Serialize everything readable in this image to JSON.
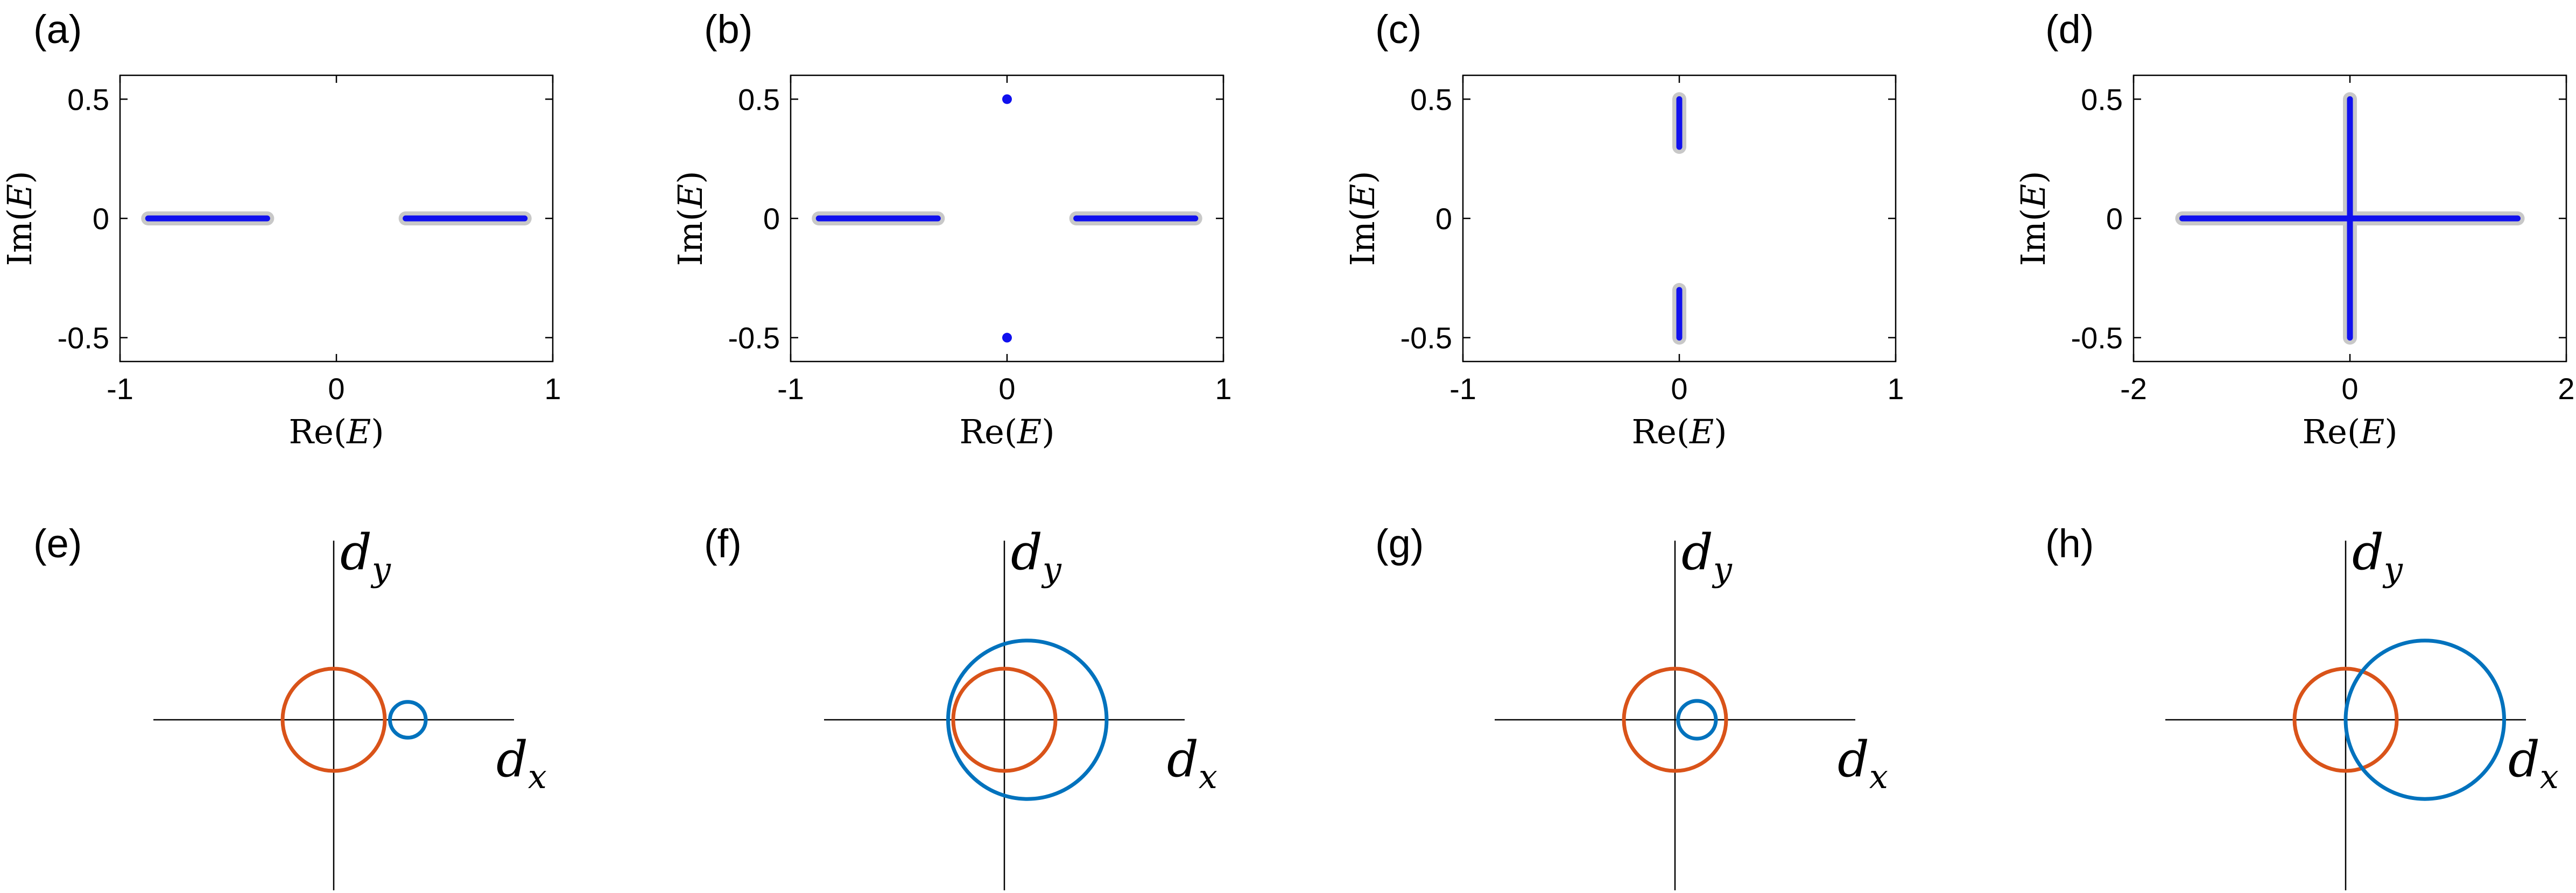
{
  "colors": {
    "eigen_point": "#1010ee",
    "eigen_band": "#c8c8c8",
    "circle_a": "#d95319",
    "circle_b": "#0072bd",
    "axis": "#000000"
  },
  "top_row": [
    {
      "label": "(a)",
      "xlabel": "Re(E)",
      "ylabel": "Im(E)",
      "xlim": [
        -1,
        1
      ],
      "ylim": [
        -0.6,
        0.6
      ],
      "xticks": [
        -1,
        0,
        1
      ],
      "xtick_labels": [
        "-1",
        "0",
        "1"
      ],
      "yticks": [
        -0.5,
        0,
        0.5
      ],
      "ytick_labels": [
        "-0.5",
        "0",
        "0.5"
      ],
      "segments": [
        {
          "x": [
            -0.87,
            -0.32
          ],
          "y": [
            0,
            0
          ]
        },
        {
          "x": [
            0.32,
            0.87
          ],
          "y": [
            0,
            0
          ]
        }
      ],
      "points": []
    },
    {
      "label": "(b)",
      "xlabel": "Re(E)",
      "ylabel": "Im(E)",
      "xlim": [
        -1,
        1
      ],
      "ylim": [
        -0.6,
        0.6
      ],
      "xticks": [
        -1,
        0,
        1
      ],
      "xtick_labels": [
        "-1",
        "0",
        "1"
      ],
      "yticks": [
        -0.5,
        0,
        0.5
      ],
      "ytick_labels": [
        "-0.5",
        "0",
        "0.5"
      ],
      "segments": [
        {
          "x": [
            -0.87,
            -0.32
          ],
          "y": [
            0,
            0
          ]
        },
        {
          "x": [
            0.32,
            0.87
          ],
          "y": [
            0,
            0
          ]
        }
      ],
      "points": [
        {
          "x": 0,
          "y": 0.5
        },
        {
          "x": 0,
          "y": -0.5
        }
      ]
    },
    {
      "label": "(c)",
      "xlabel": "Re(E)",
      "ylabel": "Im(E)",
      "xlim": [
        -1,
        1
      ],
      "ylim": [
        -0.6,
        0.6
      ],
      "xticks": [
        -1,
        0,
        1
      ],
      "xtick_labels": [
        "-1",
        "0",
        "1"
      ],
      "yticks": [
        -0.5,
        0,
        0.5
      ],
      "ytick_labels": [
        "-0.5",
        "0",
        "0.5"
      ],
      "segments": [
        {
          "x": [
            0,
            0
          ],
          "y": [
            0.3,
            0.5
          ]
        },
        {
          "x": [
            0,
            0
          ],
          "y": [
            -0.5,
            -0.3
          ]
        }
      ],
      "points": []
    },
    {
      "label": "(d)",
      "xlabel": "Re(E)",
      "ylabel": "Im(E)",
      "xlim": [
        -2,
        2
      ],
      "ylim": [
        -0.6,
        0.6
      ],
      "xticks": [
        -2,
        0,
        2
      ],
      "xtick_labels": [
        "-2",
        "0",
        "2"
      ],
      "yticks": [
        -0.5,
        0,
        0.5
      ],
      "ytick_labels": [
        "-0.5",
        "0",
        "0.5"
      ],
      "segments": [
        {
          "x": [
            -1.55,
            1.55
          ],
          "y": [
            0,
            0
          ]
        },
        {
          "x": [
            0,
            0
          ],
          "y": [
            -0.5,
            0.5
          ]
        }
      ],
      "points": []
    }
  ],
  "bottom_row": [
    {
      "label": "(e)",
      "xlabel": "dx",
      "ylabel": "dy",
      "circles": [
        {
          "color": "circle_a",
          "cx": 0,
          "cy": 0,
          "r": 1.0
        },
        {
          "color": "circle_b",
          "cx": 1.45,
          "cy": 0,
          "r": 0.35
        }
      ]
    },
    {
      "label": "(f)",
      "xlabel": "dx",
      "ylabel": "dy",
      "circles": [
        {
          "color": "circle_a",
          "cx": 0,
          "cy": 0,
          "r": 1.0
        },
        {
          "color": "circle_b",
          "cx": 0.45,
          "cy": 0,
          "r": 1.55
        }
      ]
    },
    {
      "label": "(g)",
      "xlabel": "dx",
      "ylabel": "dy",
      "circles": [
        {
          "color": "circle_a",
          "cx": 0,
          "cy": 0,
          "r": 1.0
        },
        {
          "color": "circle_b",
          "cx": 0.43,
          "cy": 0,
          "r": 0.37
        }
      ]
    },
    {
      "label": "(h)",
      "xlabel": "dx",
      "ylabel": "dy",
      "circles": [
        {
          "color": "circle_a",
          "cx": 0,
          "cy": 0,
          "r": 1.0
        },
        {
          "color": "circle_b",
          "cx": 1.55,
          "cy": 0,
          "r": 1.55
        }
      ]
    }
  ],
  "chart_data": [
    {
      "type": "scatter",
      "title": "(a)",
      "xlabel": "Re(E)",
      "ylabel": "Im(E)",
      "xlim": [
        -1,
        1
      ],
      "ylim": [
        -0.6,
        0.6
      ],
      "series": [
        {
          "segments": [
            {
              "x": [
                -0.87,
                -0.32
              ],
              "y": [
                0,
                0
              ]
            },
            {
              "x": [
                0.32,
                0.87
              ],
              "y": [
                0,
                0
              ]
            }
          ]
        }
      ]
    },
    {
      "type": "scatter",
      "title": "(b)",
      "xlabel": "Re(E)",
      "ylabel": "Im(E)",
      "xlim": [
        -1,
        1
      ],
      "ylim": [
        -0.6,
        0.6
      ],
      "series": [
        {
          "segments": [
            {
              "x": [
                -0.87,
                -0.32
              ],
              "y": [
                0,
                0
              ]
            },
            {
              "x": [
                0.32,
                0.87
              ],
              "y": [
                0,
                0
              ]
            }
          ],
          "points": [
            {
              "x": 0,
              "y": 0.5
            },
            {
              "x": 0,
              "y": -0.5
            }
          ]
        }
      ]
    },
    {
      "type": "scatter",
      "title": "(c)",
      "xlabel": "Re(E)",
      "ylabel": "Im(E)",
      "xlim": [
        -1,
        1
      ],
      "ylim": [
        -0.6,
        0.6
      ],
      "series": [
        {
          "segments": [
            {
              "x": [
                0,
                0
              ],
              "y": [
                0.3,
                0.5
              ]
            },
            {
              "x": [
                0,
                0
              ],
              "y": [
                -0.5,
                -0.3
              ]
            }
          ]
        }
      ]
    },
    {
      "type": "scatter",
      "title": "(d)",
      "xlabel": "Re(E)",
      "ylabel": "Im(E)",
      "xlim": [
        -2,
        2
      ],
      "ylim": [
        -0.6,
        0.6
      ],
      "series": [
        {
          "segments": [
            {
              "x": [
                -1.55,
                1.55
              ],
              "y": [
                0,
                0
              ]
            },
            {
              "x": [
                0,
                0
              ],
              "y": [
                -0.5,
                0.5
              ]
            }
          ]
        }
      ]
    }
  ]
}
